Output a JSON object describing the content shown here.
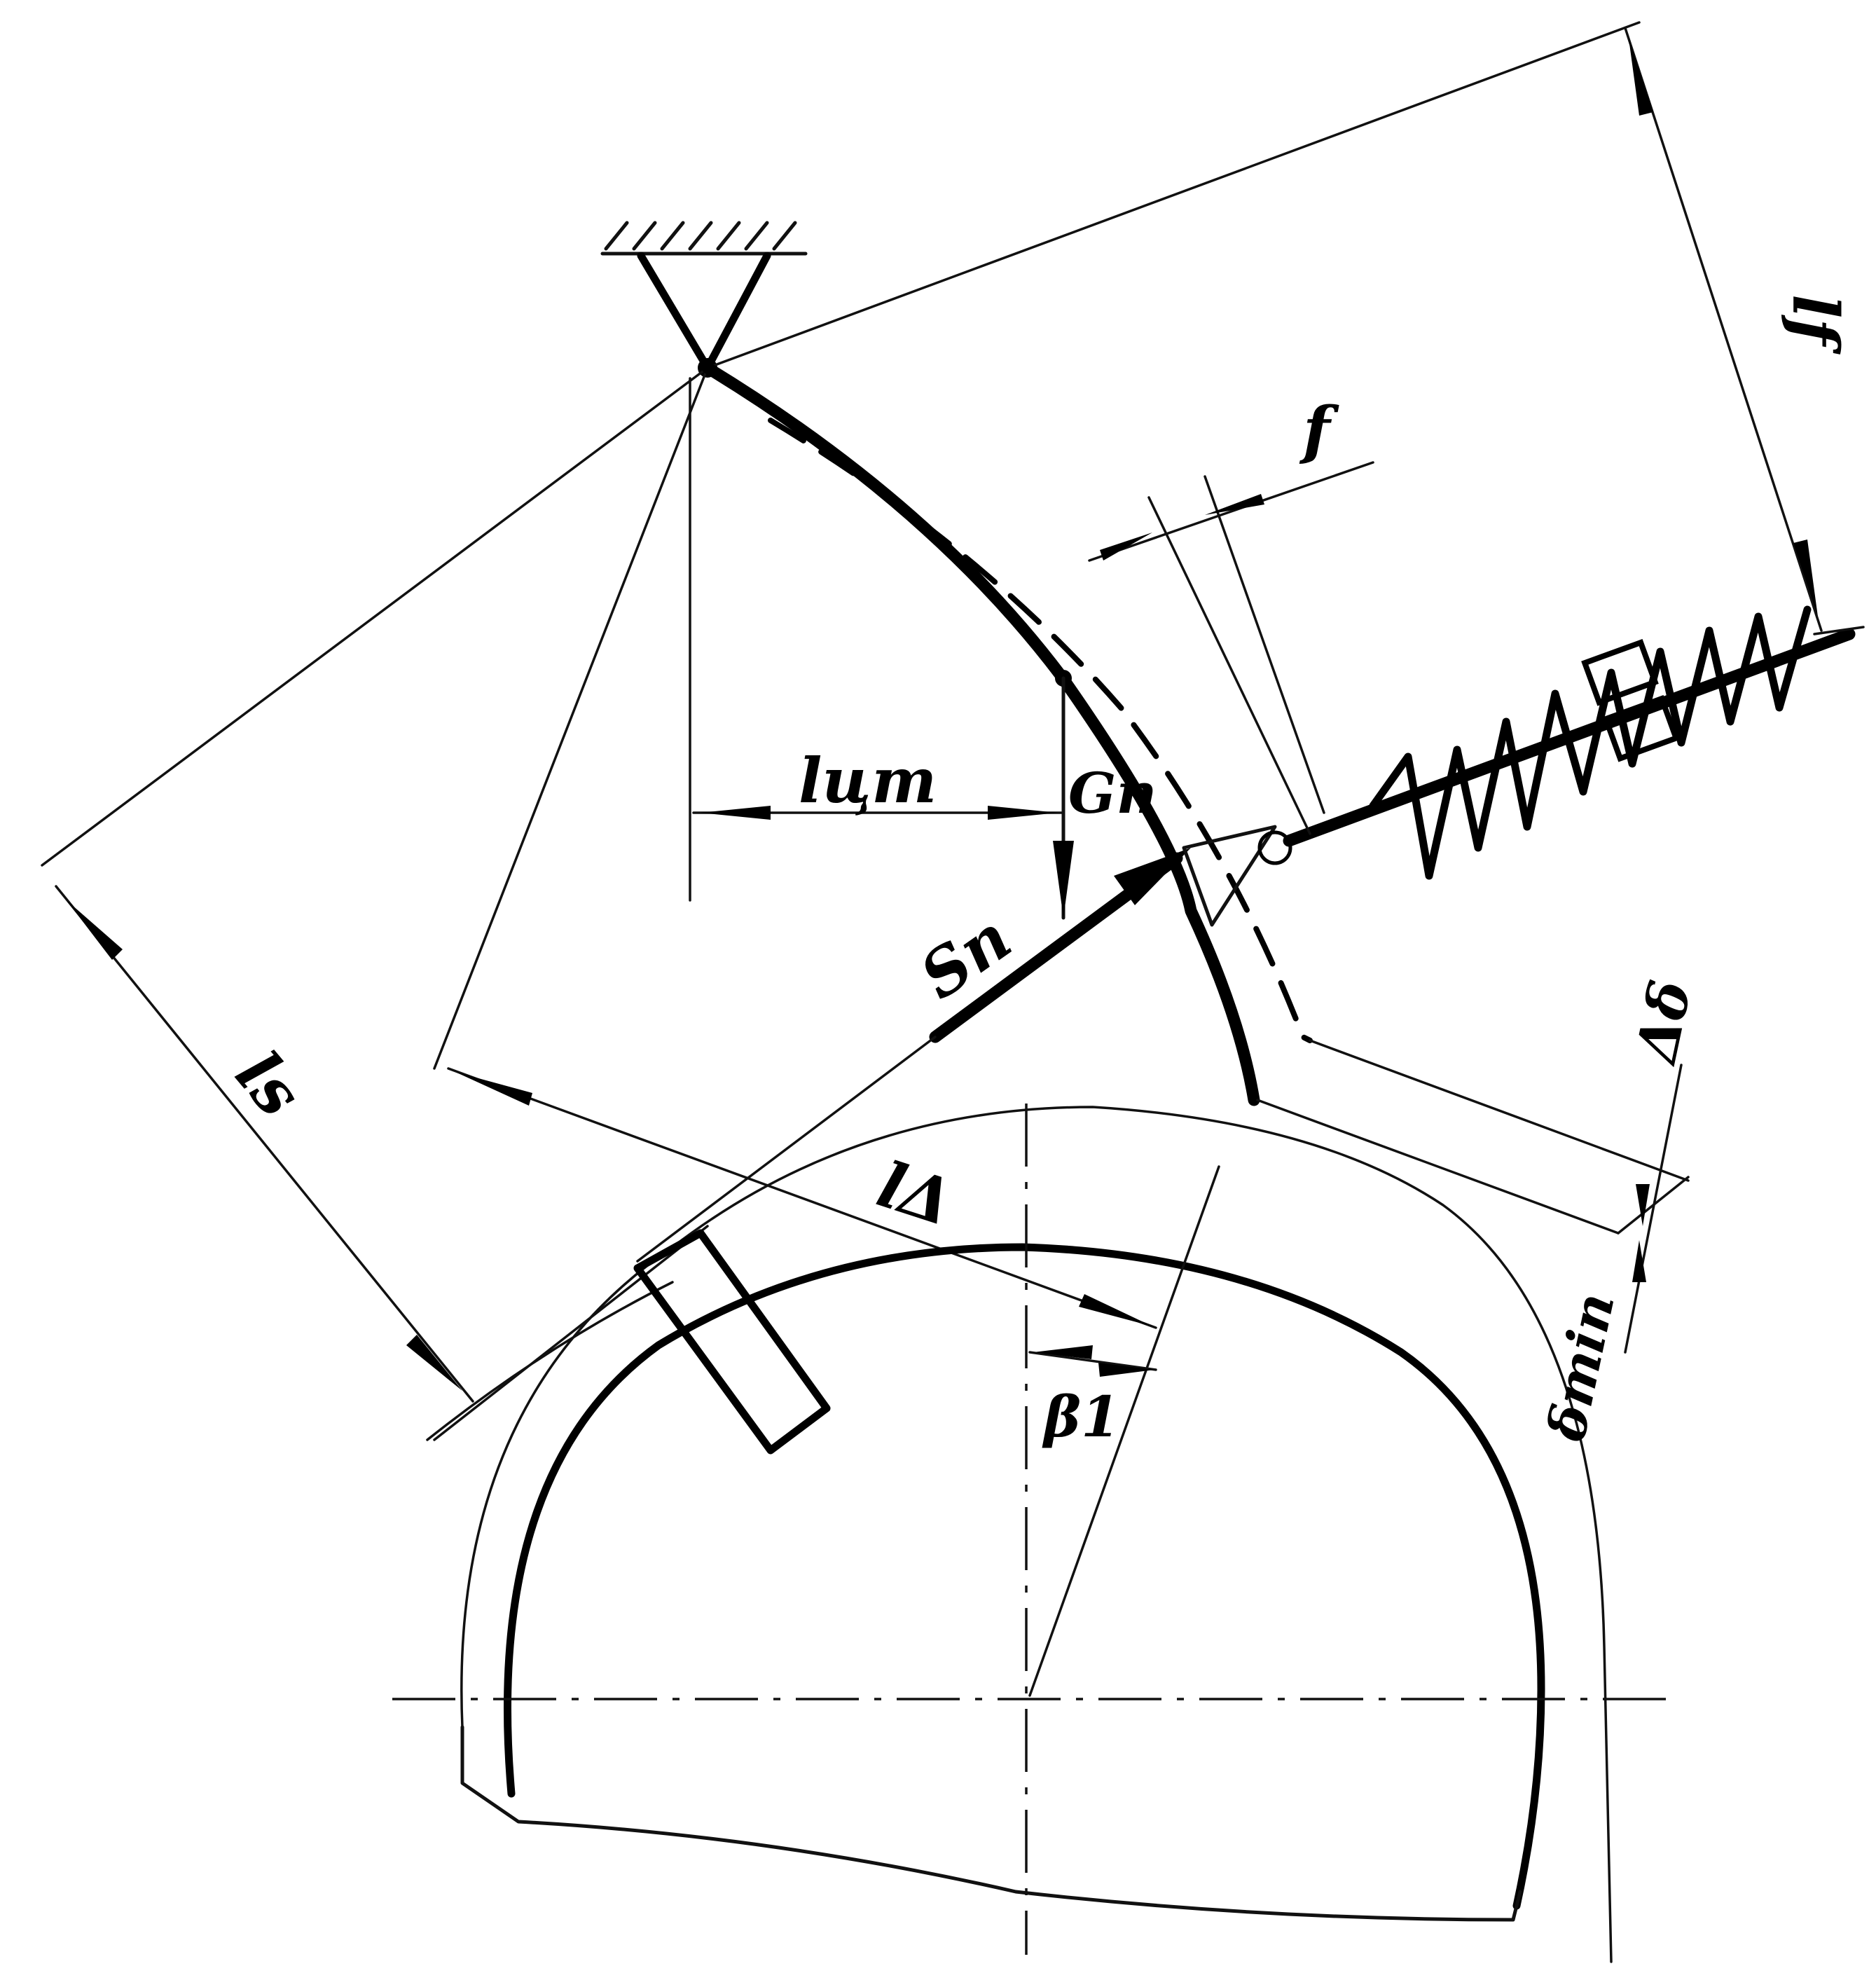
{
  "labels": {
    "l_cm": "lцm",
    "g_n": "Gn",
    "s_n": "Sn",
    "l_s": "ls",
    "l_delta": "lΔ",
    "f": "f",
    "l_f": "lf",
    "delta_sigma": "Δδ",
    "delta_min": "δmin",
    "beta_1": "β1"
  }
}
